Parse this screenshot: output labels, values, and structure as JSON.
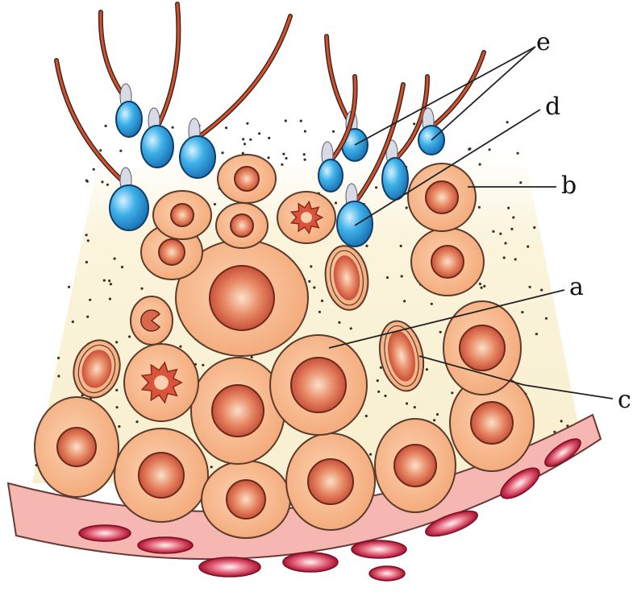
{
  "figure": {
    "labels": {
      "a": "a",
      "b": "b",
      "c": "c",
      "d": "d",
      "e": "e"
    },
    "colors": {
      "background": "#ffffff",
      "tubule_lumen": "#fbf3d9",
      "cell_body": "#f6b386",
      "cell_outline": "#5a3a2a",
      "nucleus": "#d9694a",
      "nucleus_center": "#f9d4b8",
      "sperm_head": "#2f9fdc",
      "sperm_head_highlight": "#bfe7fb",
      "flagellum_outer": "#3a2a26",
      "flagellum_inner": "#d8502a",
      "basement_membrane": "#f4a9a6",
      "capillary": "#b6173a"
    },
    "icons": {
      "mitotic_cell": "dividing-nucleus",
      "sperm": "spermatozoon"
    }
  }
}
